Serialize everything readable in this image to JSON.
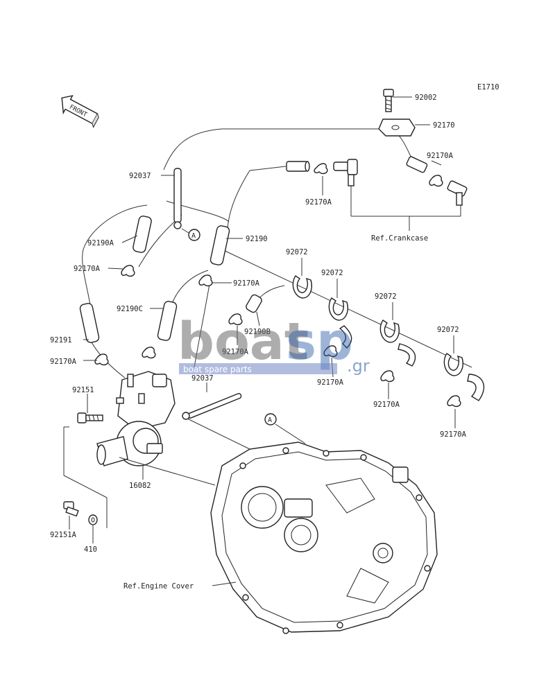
{
  "diagram_code": "E1710",
  "front_label": "FRONT",
  "callout_letter": "A",
  "part_labels": {
    "p92002": "92002",
    "p92170": "92170",
    "p92170A_tr": "92170A",
    "p92037_top": "92037",
    "p92170A_mid": "92170A",
    "ref_crankcase": "Ref.Crankcase",
    "p92190A": "92190A",
    "p92190": "92190",
    "p92072_a": "92072",
    "p92170A_l1": "92170A",
    "p92170A_c1": "92170A",
    "p92072_b": "92072",
    "p92190C": "92190C",
    "p92072_c": "92072",
    "p92190B": "92190B",
    "p92072_d": "92072",
    "p92191": "92191",
    "p92170A_c2": "92170A",
    "p92170A_l2": "92170A",
    "p92170A_r1": "92170A",
    "p92037_bot": "92037",
    "p92151": "92151",
    "p92170A_r2": "92170A",
    "p92170A_r3": "92170A",
    "p16082": "16082",
    "p92151A": "92151A",
    "p410": "410",
    "ref_engine_cover": "Ref.Engine Cover"
  },
  "watermark": {
    "brand_left": "boat",
    "brand_right": "sp",
    "suffix": ".gr",
    "tagline": "boat spare parts"
  }
}
